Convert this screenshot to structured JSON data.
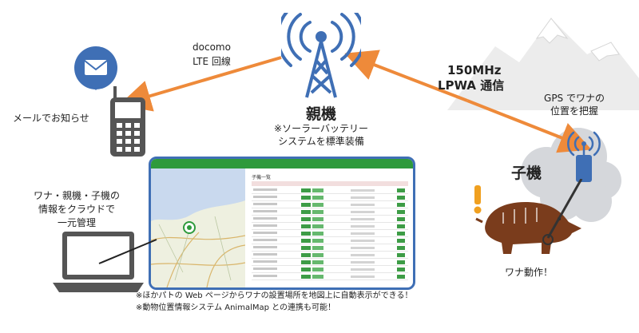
{
  "carrier": {
    "name": "docomo",
    "line": "LTE 回線"
  },
  "lpwa": {
    "freq": "150MHz",
    "label": "LPWA 通信"
  },
  "parent": {
    "title": "親機",
    "solar_line1": "※ソーラーバッテリー",
    "solar_line2": "システムを標準装備"
  },
  "mail": {
    "label": "メールでお知らせ"
  },
  "gps": {
    "line1": "GPS でワナの",
    "line2": "位置を把握"
  },
  "child": {
    "title": "子機"
  },
  "cloud_mgmt": {
    "line1": "ワナ・親機・子機の",
    "line2": "情報をクラウドで",
    "line3": "一元管理"
  },
  "trap": {
    "label": "ワナ動作！"
  },
  "notes": {
    "note1": "※ほかパトの Web ページからワナの設置場所を地図上に自動表示ができる！",
    "note2": "※動物位置情報システム AnimalMap との連携も可能！"
  },
  "web": {
    "panel_title": "子機一覧"
  },
  "colors": {
    "arrow": "#ee8a3a",
    "blue": "#3f6fb5",
    "phone": "#555555",
    "cloud": "#d5d7db",
    "boar": "#7a3c1c",
    "alert": "#f0a020",
    "green": "#2e9a3c"
  },
  "icons": [
    "mail-icon",
    "antenna-tower-icon",
    "phone-icon",
    "mountain-icon",
    "cloud-icon",
    "laptop-icon",
    "boar-icon",
    "exclamation-icon"
  ]
}
